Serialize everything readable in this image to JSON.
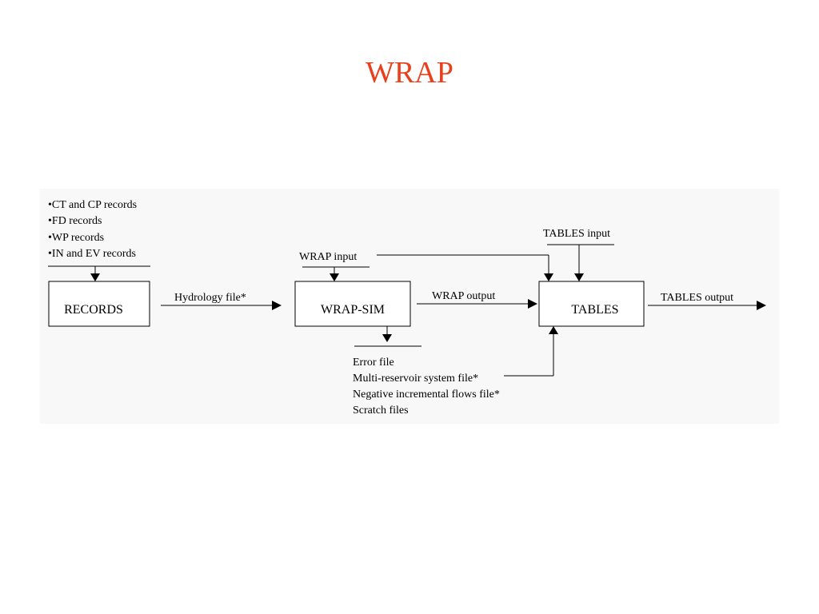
{
  "title": "WRAP",
  "colors": {
    "title": "#e8401c",
    "panel_background": "#f8f8f8",
    "line": "#000000"
  },
  "diagram": {
    "record_inputs": [
      "•CT and CP records",
      "•FD records",
      "•WP records",
      "•IN and EV records"
    ],
    "boxes": {
      "records": "RECORDS",
      "wrap_sim": "WRAP-SIM",
      "tables": "TABLES"
    },
    "labels": {
      "hydrology_file": "Hydrology file*",
      "wrap_input": "WRAP input",
      "wrap_output": "WRAP output",
      "tables_input": "TABLES input",
      "tables_output": "TABLES output"
    },
    "sim_outputs": [
      "Error file",
      "Multi-reservoir system file*",
      "Negative incremental flows file*",
      "Scratch files"
    ]
  }
}
